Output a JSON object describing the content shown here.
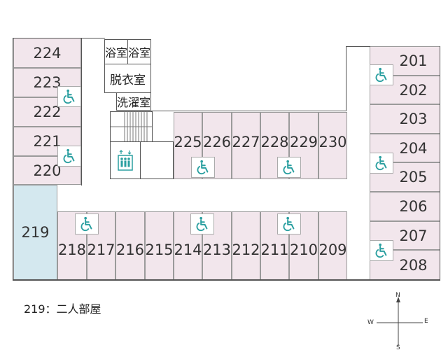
{
  "colors": {
    "room_fill": "#f2e6ec",
    "twin_fill": "#d4e8ef",
    "icon": "#2a9fa0",
    "wall": "#555555"
  },
  "rooms": {
    "r224": "224",
    "r223": "223",
    "r222": "222",
    "r221": "221",
    "r220": "220",
    "r219": "219",
    "r218": "218",
    "r217": "217",
    "r216": "216",
    "r215": "215",
    "r214": "214",
    "r213": "213",
    "r212": "212",
    "r211": "211",
    "r210": "210",
    "r209": "209",
    "r225": "225",
    "r226": "226",
    "r227": "227",
    "r228": "228",
    "r229": "229",
    "r230": "230",
    "r201": "201",
    "r202": "202",
    "r203": "203",
    "r204": "204",
    "r205": "205",
    "r206": "206",
    "r207": "207",
    "r208": "208"
  },
  "facilities": {
    "bath1": "浴室",
    "bath2": "浴室",
    "dressing": "脱衣室",
    "laundry": "洗濯室"
  },
  "icons": {
    "accessible": "wheelchair-icon",
    "elevator": "elevator-icon",
    "stairs": "stairs-icon"
  },
  "legend": {
    "note": "219：二人部屋"
  },
  "compass": {
    "n": "N",
    "s": "S",
    "e": "E",
    "w": "W"
  }
}
